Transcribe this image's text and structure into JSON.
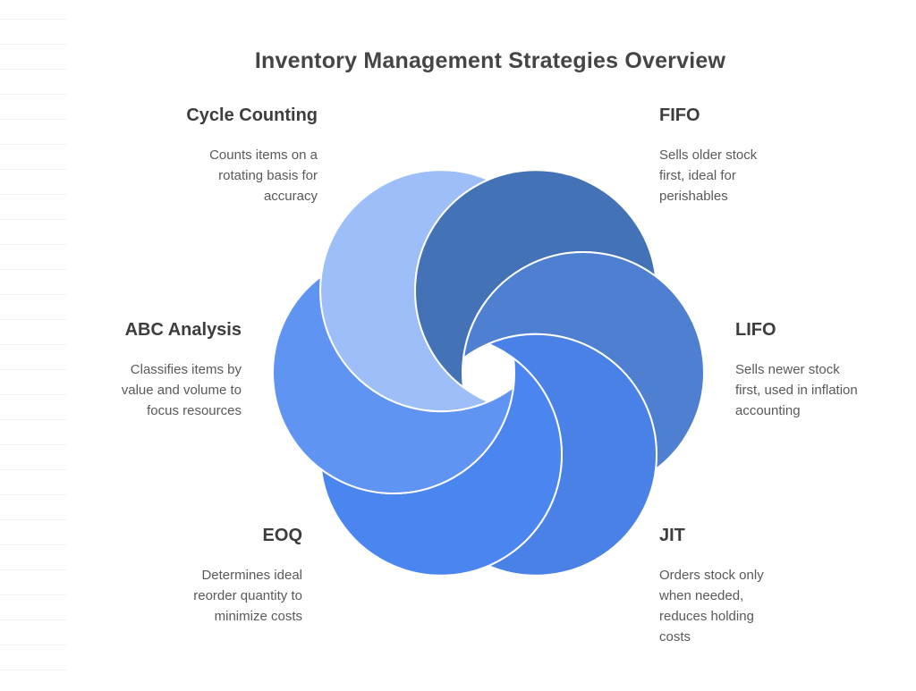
{
  "title": "Inventory Management Strategies Overview",
  "diagram": {
    "petal_stroke_color": "#ffffff",
    "segments": [
      {
        "id": "cycle-counting",
        "label": "Cycle Counting",
        "description_lines": [
          "Counts items on a",
          "rotating basis for",
          "accuracy"
        ],
        "color": "#9DBEF8",
        "angle": 240,
        "position": "top-left"
      },
      {
        "id": "fifo",
        "label": "FIFO",
        "description_lines": [
          "Sells older stock",
          "first, ideal for",
          "perishables"
        ],
        "color": "#4372B7",
        "angle": 300,
        "position": "top-right"
      },
      {
        "id": "lifo",
        "label": "LIFO",
        "description_lines": [
          "Sells newer stock",
          "first, used in inflation",
          "accounting"
        ],
        "color": "#4E7FD1",
        "angle": 0,
        "position": "right"
      },
      {
        "id": "jit",
        "label": "JIT",
        "description_lines": [
          "Orders stock only",
          "when needed,",
          "reduces holding",
          "costs"
        ],
        "color": "#4A81E6",
        "angle": 60,
        "position": "bottom-right"
      },
      {
        "id": "eoq",
        "label": "EOQ",
        "description_lines": [
          "Determines ideal",
          "reorder quantity to",
          "minimize costs"
        ],
        "color": "#4B86F0",
        "angle": 120,
        "position": "bottom-left"
      },
      {
        "id": "abc",
        "label": "ABC Analysis",
        "description_lines": [
          "Classifies items by",
          "value and volume to",
          "focus resources"
        ],
        "color": "#6094F3",
        "angle": 180,
        "position": "left"
      }
    ]
  },
  "background": {
    "row_line_color": "#f2f2f2"
  }
}
